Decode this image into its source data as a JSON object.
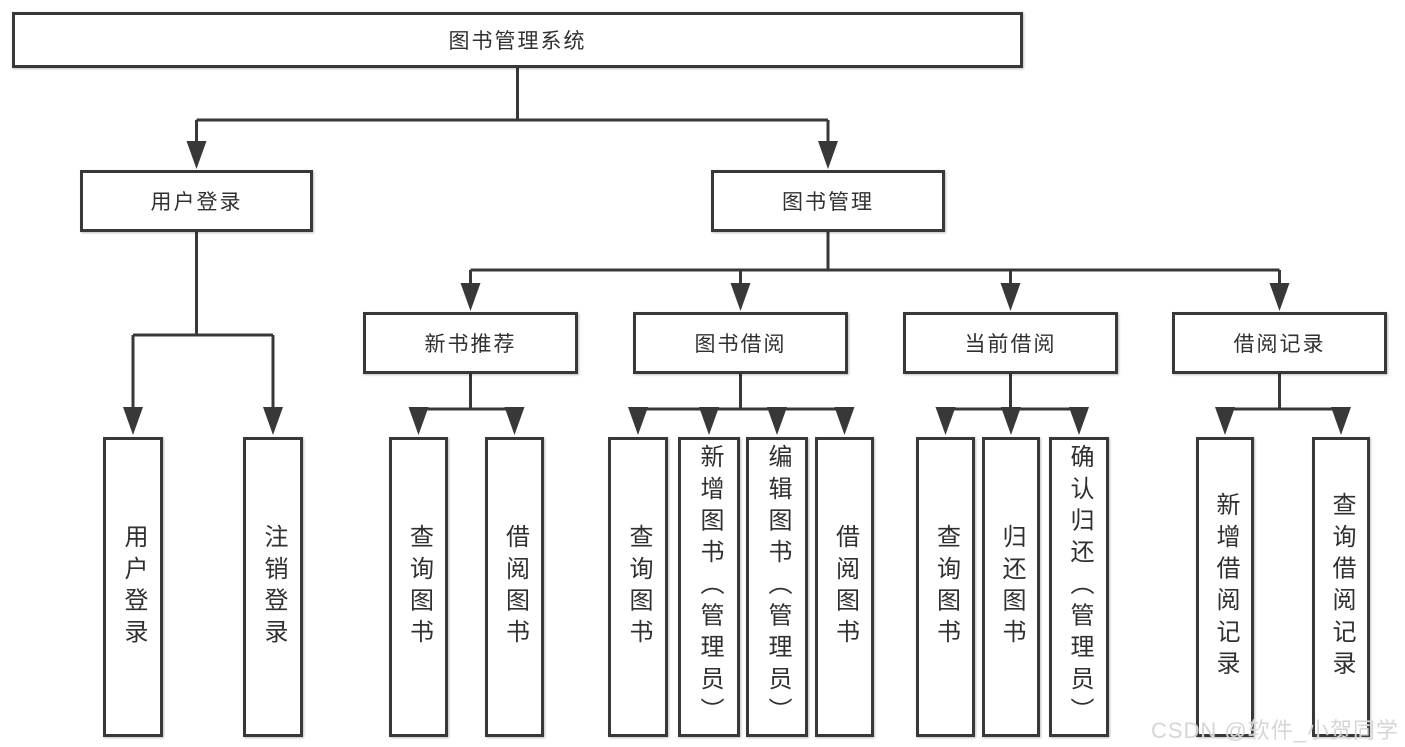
{
  "colors": {
    "line": "#383838",
    "text": "#303030",
    "background": "#ffffff",
    "watermark": "#d4d4d4"
  },
  "tree": {
    "root": "图书管理系统",
    "branches": [
      {
        "label": "用户登录",
        "leaves": [
          "用户登录",
          "注销登录"
        ]
      },
      {
        "label": "图书管理",
        "groups": [
          {
            "label": "新书推荐",
            "leaves": [
              "查询图书",
              "借阅图书"
            ]
          },
          {
            "label": "图书借阅",
            "leaves": [
              "查询图书",
              "新增图书（管理员）",
              "编辑图书（管理员）",
              "借阅图书"
            ]
          },
          {
            "label": "当前借阅",
            "leaves": [
              "查询图书",
              "归还图书",
              "确认归还（管理员）"
            ]
          },
          {
            "label": "借阅记录",
            "leaves": [
              "新增借阅记录",
              "查询借阅记录"
            ]
          }
        ]
      }
    ]
  },
  "watermark": "CSDN @软件_小贺同学"
}
